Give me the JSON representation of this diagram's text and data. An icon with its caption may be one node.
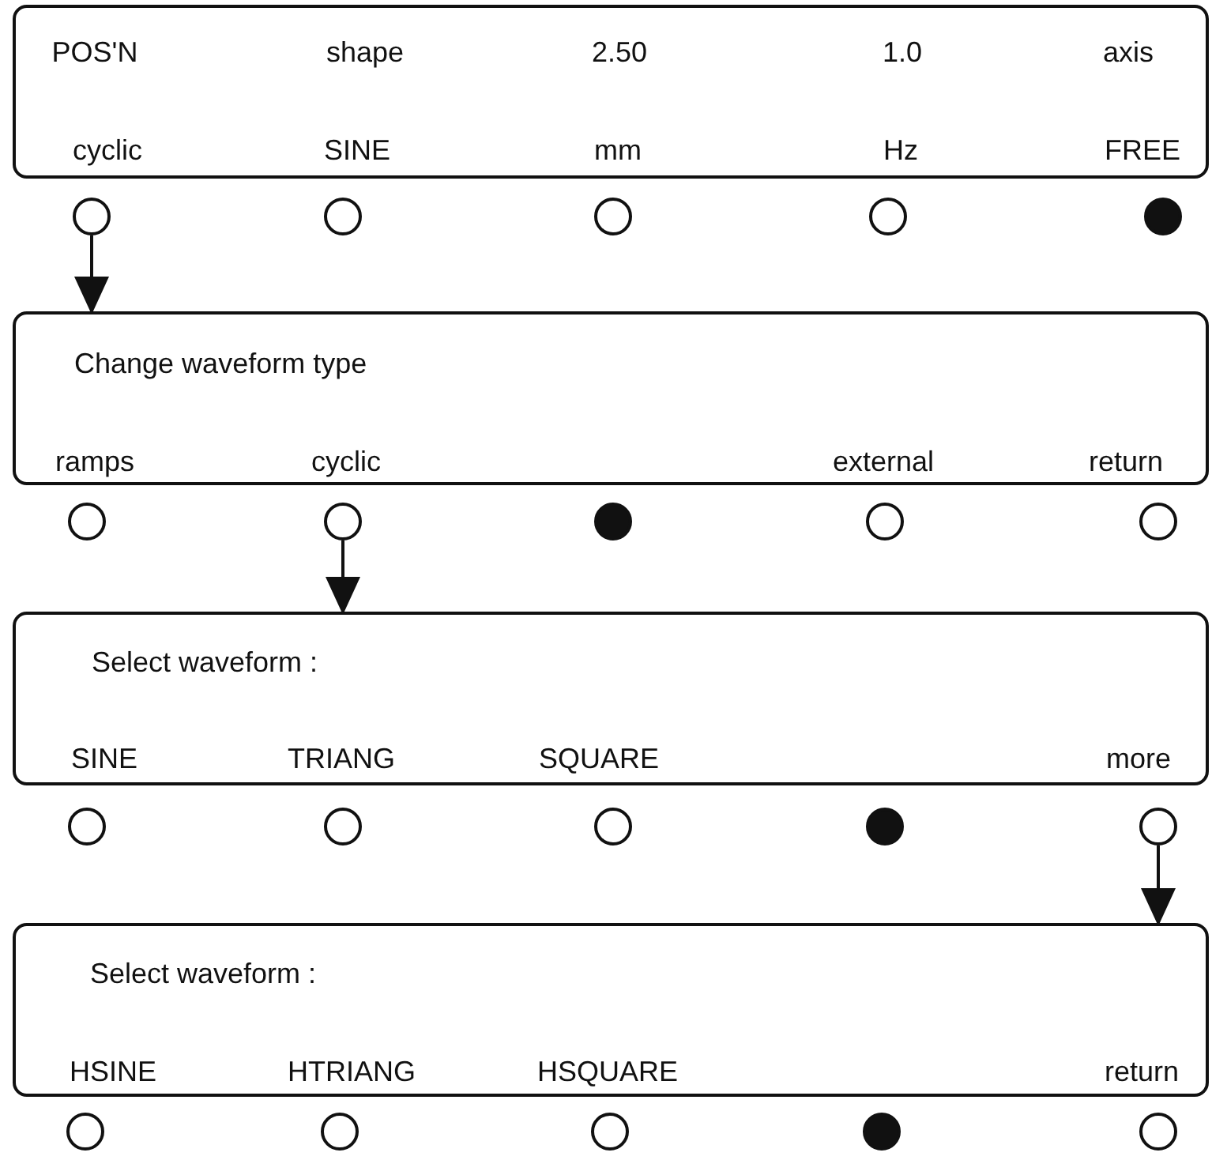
{
  "diagram": {
    "nodes": [
      {
        "text": [
          "POS'N",
          "shape",
          "2.50",
          "1.0",
          "axis",
          "cyclic",
          "SINE",
          "mm",
          "Hz",
          "FREE"
        ]
      },
      {
        "text": [],
        "shape": "circle"
      },
      {
        "text": [],
        "shape": "circle"
      },
      {
        "text": [],
        "shape": "circle"
      },
      {
        "text": [],
        "shape": "circle"
      },
      {
        "text": [],
        "shape": "circle"
      },
      {
        "text": [
          "Change waveform type",
          "ramps",
          "cyclic",
          "external",
          "return"
        ]
      },
      {
        "text": [],
        "shape": "circle"
      },
      {
        "text": [],
        "shape": "circle"
      },
      {
        "text": [],
        "shape": "circle"
      },
      {
        "text": [],
        "shape": "circle"
      },
      {
        "text": [],
        "shape": "circle"
      },
      {
        "text": [
          "Select waveform :",
          "SINE",
          "TRIANG",
          "SQUARE",
          "more"
        ]
      },
      {
        "text": [],
        "shape": "circle"
      },
      {
        "text": [],
        "shape": "circle"
      },
      {
        "text": [],
        "shape": "circle"
      },
      {
        "text": [],
        "shape": "circle"
      },
      {
        "text": [],
        "shape": "circle"
      },
      {
        "text": [
          "Select waveform :",
          "HSINE",
          "HTRIANG",
          "HSQUARE",
          "return"
        ]
      },
      {
        "text": [],
        "shape": "circle"
      },
      {
        "text": [],
        "shape": "circle"
      },
      {
        "text": [],
        "shape": "circle"
      },
      {
        "text": [],
        "shape": "circle"
      },
      {
        "text": [],
        "shape": "circle"
      }
    ],
    "edges": [
      {
        "from": 1,
        "to": 6,
        "arrow": "to"
      },
      {
        "from": 8,
        "to": 12,
        "arrow": "to"
      },
      {
        "from": 17,
        "to": 18,
        "arrow": "to"
      }
    ]
  }
}
